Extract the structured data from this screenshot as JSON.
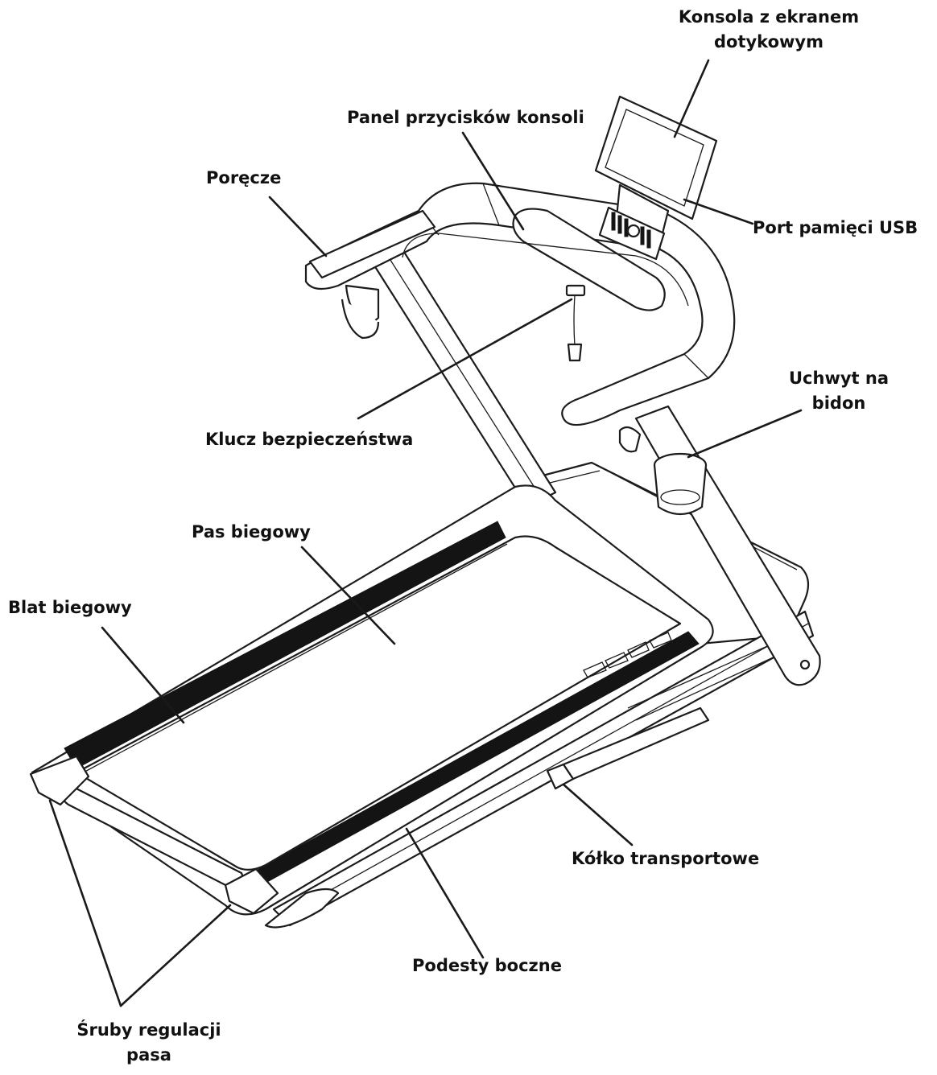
{
  "labels": {
    "console_touchscreen": [
      "Konsola z ekranem",
      "dotykowym"
    ],
    "console_button_panel": "Panel przycisków konsoli",
    "handrails": "Poręcze",
    "usb_port": "Port pamięci USB",
    "bottle_holder": [
      "Uchwyt na",
      "bidon"
    ],
    "safety_key": "Klucz bezpieczeństwa",
    "running_belt": "Pas biegowy",
    "running_deck": "Blat biegowy",
    "transport_wheel": "Kółko transportowe",
    "side_platforms": "Podesty boczne",
    "belt_adjust_screws": [
      "Śruby regulacji",
      "pasa"
    ]
  }
}
